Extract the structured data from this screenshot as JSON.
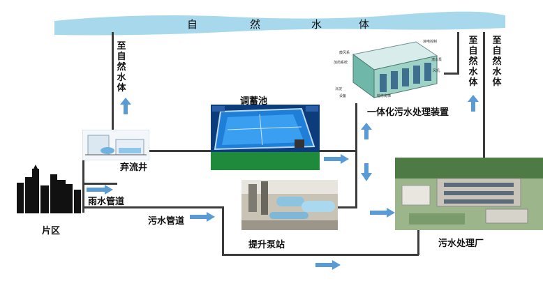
{
  "river": {
    "label_chars": [
      "自",
      "然",
      "水",
      "体"
    ]
  },
  "labels": {
    "to_nature_left": "至自然水体",
    "to_nature_mid": "至自然水体",
    "to_nature_right": "至自然水体",
    "discard_well": "弃流井",
    "storage_pool": "调蓄池",
    "integrated_device": "一体化污水处理装置",
    "rain_pipe": "雨水管道",
    "sewage_pipe": "污水管道",
    "district": "片区",
    "pump_station": "提升泵站",
    "treatment_plant": "污水处理厂"
  },
  "device_callouts": [
    "液电控制",
    "鼓风系",
    "潜水泵",
    "加药系统",
    "风机",
    "沉淀",
    "设备",
    "检修爬梯"
  ],
  "colors": {
    "river": "#a8d8ec",
    "arrow": "#5b9bd5",
    "pipe": "#3c3c3c"
  }
}
